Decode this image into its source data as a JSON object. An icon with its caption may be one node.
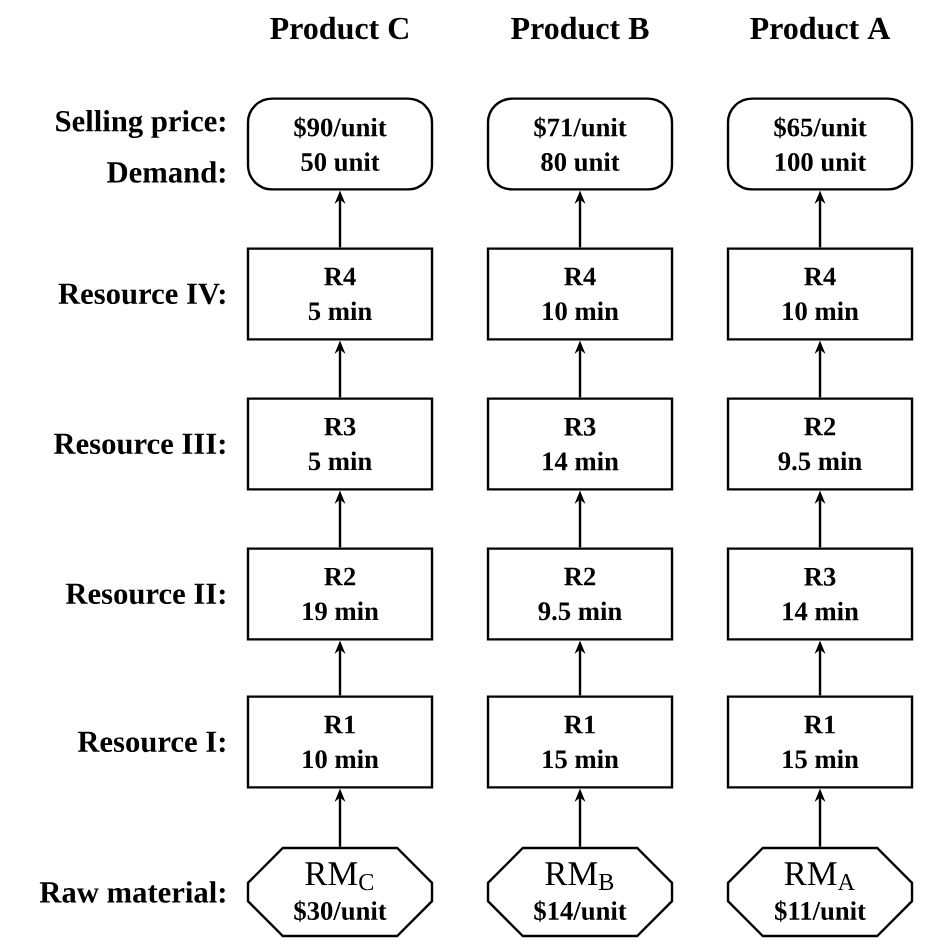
{
  "diagram": {
    "nodes": [
      {
        "text": [
          "$90/unit",
          "50 unit"
        ]
      },
      {
        "text": [
          "$71/unit",
          "80 unit"
        ]
      },
      {
        "text": [
          "$65/unit",
          "100 unit"
        ]
      },
      {
        "text": [
          "R4",
          "5 min"
        ]
      },
      {
        "text": [
          "R4",
          "10 min"
        ]
      },
      {
        "text": [
          "R4",
          "10 min"
        ]
      },
      {
        "text": [
          "R3",
          "5 min"
        ]
      },
      {
        "text": [
          "R3",
          "14 min"
        ]
      },
      {
        "text": [
          "R2",
          "9.5 min"
        ]
      },
      {
        "text": [
          "R2",
          "19 min"
        ]
      },
      {
        "text": [
          "R2",
          "9.5 min"
        ]
      },
      {
        "text": [
          "R3",
          "14 min"
        ]
      },
      {
        "text": [
          "R1",
          "10 min"
        ]
      },
      {
        "text": [
          "R1",
          "15 min"
        ]
      },
      {
        "text": [
          "R1",
          "15 min"
        ]
      },
      {
        "text": [
          "RM$_{C}$",
          "$30/unit"
        ]
      },
      {
        "text": [
          "RM$_{B}$",
          "$14/unit"
        ]
      },
      {
        "text": [
          "RM$_{A}$",
          "$11/unit"
        ]
      }
    ],
    "edges": [
      {
        "from": 15,
        "to": 12,
        "arrow": "to"
      },
      {
        "from": 16,
        "to": 13,
        "arrow": "to"
      },
      {
        "from": 17,
        "to": 14,
        "arrow": "to"
      },
      {
        "from": 12,
        "to": 9,
        "arrow": "to"
      },
      {
        "from": 13,
        "to": 10,
        "arrow": "to"
      },
      {
        "from": 14,
        "to": 11,
        "arrow": "to"
      },
      {
        "from": 9,
        "to": 6,
        "arrow": "to"
      },
      {
        "from": 10,
        "to": 7,
        "arrow": "to"
      },
      {
        "from": 11,
        "to": 8,
        "arrow": "to"
      },
      {
        "from": 6,
        "to": 3,
        "arrow": "to"
      },
      {
        "from": 7,
        "to": 4,
        "arrow": "to"
      },
      {
        "from": 8,
        "to": 5,
        "arrow": "to"
      },
      {
        "from": 3,
        "to": 0,
        "arrow": "to"
      },
      {
        "from": 4,
        "to": 1,
        "arrow": "to"
      },
      {
        "from": 5,
        "to": 2,
        "arrow": "to"
      }
    ],
    "labels": [
      "Product C",
      "Product B",
      "Product A",
      "Selling price:",
      "Demand:",
      "Resource IV:",
      "Resource III:",
      "Resource II:",
      "Resource I:",
      "Raw material:"
    ]
  }
}
